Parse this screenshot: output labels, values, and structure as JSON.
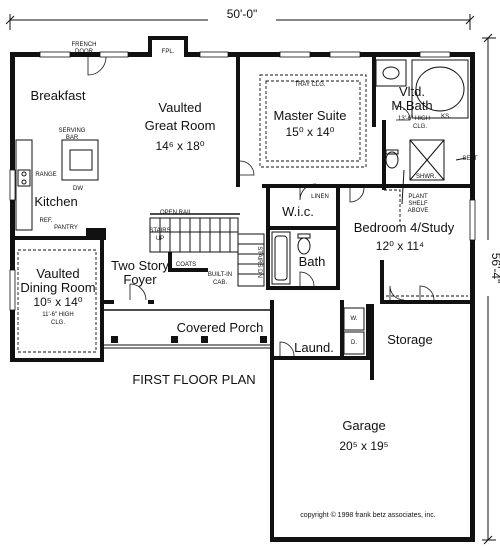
{
  "plan": {
    "title": "FIRST FLOOR PLAN",
    "overall_width": "50'-0\"",
    "overall_depth": "56'-4\"",
    "copyright": "copyright © 1998 frank betz associates, inc."
  },
  "rooms": {
    "breakfast": {
      "name": "Breakfast"
    },
    "kitchen": {
      "name": "Kitchen"
    },
    "great_room": {
      "line1": "Vaulted",
      "line2": "Great Room",
      "size": "14⁶ x 18⁰"
    },
    "master_suite": {
      "line1": "Master Suite",
      "size": "15⁰ x 14⁰",
      "ceiling": "TRAY CLG."
    },
    "master_bath": {
      "line1": "Vltd.",
      "line2": "M.Bath",
      "ceiling1": "13'-6\" HIGH",
      "ceiling2": "CLG."
    },
    "wic": {
      "name": "W.i.c."
    },
    "bedroom4": {
      "name": "Bedroom 4/Study",
      "size": "12⁰ x 11⁴"
    },
    "bath": {
      "name": "Bath"
    },
    "dining": {
      "line1": "Vaulted",
      "line2": "Dining Room",
      "size": "10⁵ x 14⁰",
      "ceiling1": "11'-6\" HIGH",
      "ceiling2": "CLG."
    },
    "foyer": {
      "line1": "Two Story",
      "line2": "Foyer"
    },
    "covered_porch": {
      "name": "Covered Porch"
    },
    "laundry": {
      "name": "Laund."
    },
    "storage": {
      "name": "Storage"
    },
    "garage": {
      "name": "Garage",
      "size": "20⁵ x 19⁵"
    }
  },
  "notes": {
    "french_door1": "FRENCH",
    "french_door2": "DOOR",
    "fireplace": "FPL.",
    "serving_bar1": "SERVING",
    "serving_bar2": "BAR",
    "range": "RANGE",
    "dw": "DW",
    "ref": "REF.",
    "pantry": "PANTRY",
    "open_rail": "OPEN RAIL",
    "stairs_up1": "STAIRS",
    "stairs_up2": "UP",
    "stairs_dn": "STAIRS DN",
    "coats": "COATS",
    "built_in_cab1": "BUILT-IN",
    "built_in_cab2": "CAB.",
    "linen": "LINEN",
    "ks": "KS.",
    "shwr": "SHWR.",
    "seat": "SEAT",
    "plant_shelf1": "PLANT",
    "plant_shelf2": "SHELF",
    "plant_shelf3": "ABOVE",
    "washer": "W.",
    "dryer": "D."
  }
}
